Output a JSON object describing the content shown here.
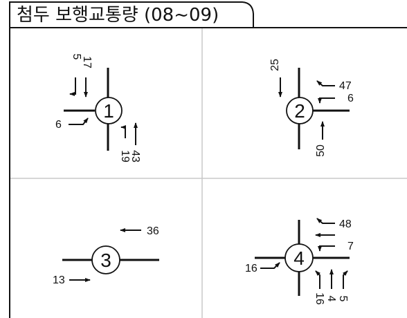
{
  "title": "첨두 보행교통량 (08~09)",
  "panels": [
    {
      "number": "1",
      "labels": {
        "north_a": "5",
        "north_b": "17",
        "west": "6",
        "south_a": "19",
        "south_b": "43"
      }
    },
    {
      "number": "2",
      "labels": {
        "north": "25",
        "east_a": "47",
        "east_b": "6",
        "south": "50"
      }
    },
    {
      "number": "3",
      "labels": {
        "east": "36",
        "west": "13"
      }
    },
    {
      "number": "4",
      "labels": {
        "east_a": "48",
        "east_b": "7",
        "west": "16",
        "south_a": "16",
        "south_b": "4",
        "south_c": "5"
      }
    }
  ]
}
